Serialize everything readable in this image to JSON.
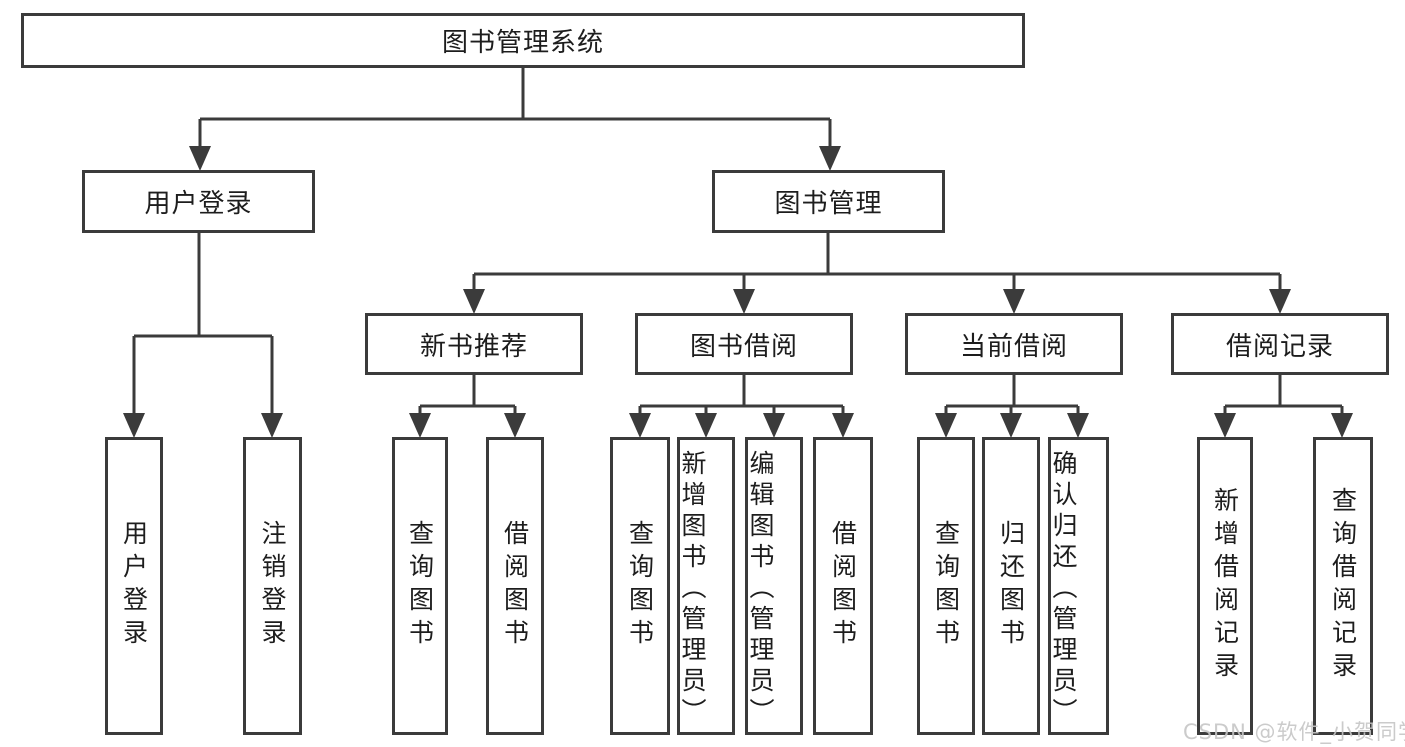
{
  "nodes": {
    "root": "图书管理系统",
    "user_login": "用户登录",
    "book_management": "图书管理",
    "new_book_recommend": "新书推荐",
    "book_borrow": "图书借阅",
    "current_borrow": "当前借阅",
    "borrow_records": "借阅记录",
    "leaf_user_login": "用户登录",
    "leaf_logout": "注销登录",
    "leaf_recommend_query_books": "查询图书",
    "leaf_recommend_borrow_books": "借阅图书",
    "leaf_borrow_query_books": "查询图书",
    "leaf_borrow_add_books_admin": "新增图书（管理员）",
    "leaf_borrow_edit_books_admin": "编辑图书（管理员）",
    "leaf_borrow_borrow_books": "借阅图书",
    "leaf_current_query_books": "查询图书",
    "leaf_current_return_books": "归还图书",
    "leaf_current_confirm_return_admin": "确认归还（管理员）",
    "leaf_records_add_record": "新增借阅记录",
    "leaf_records_query_record": "查询借阅记录"
  },
  "watermark": "CSDN @软件_小贺同学",
  "colors": {
    "line": "#3b3b3b",
    "text": "#1d1d1d",
    "watermark": "#c6c6c6",
    "background": "#ffffff"
  }
}
